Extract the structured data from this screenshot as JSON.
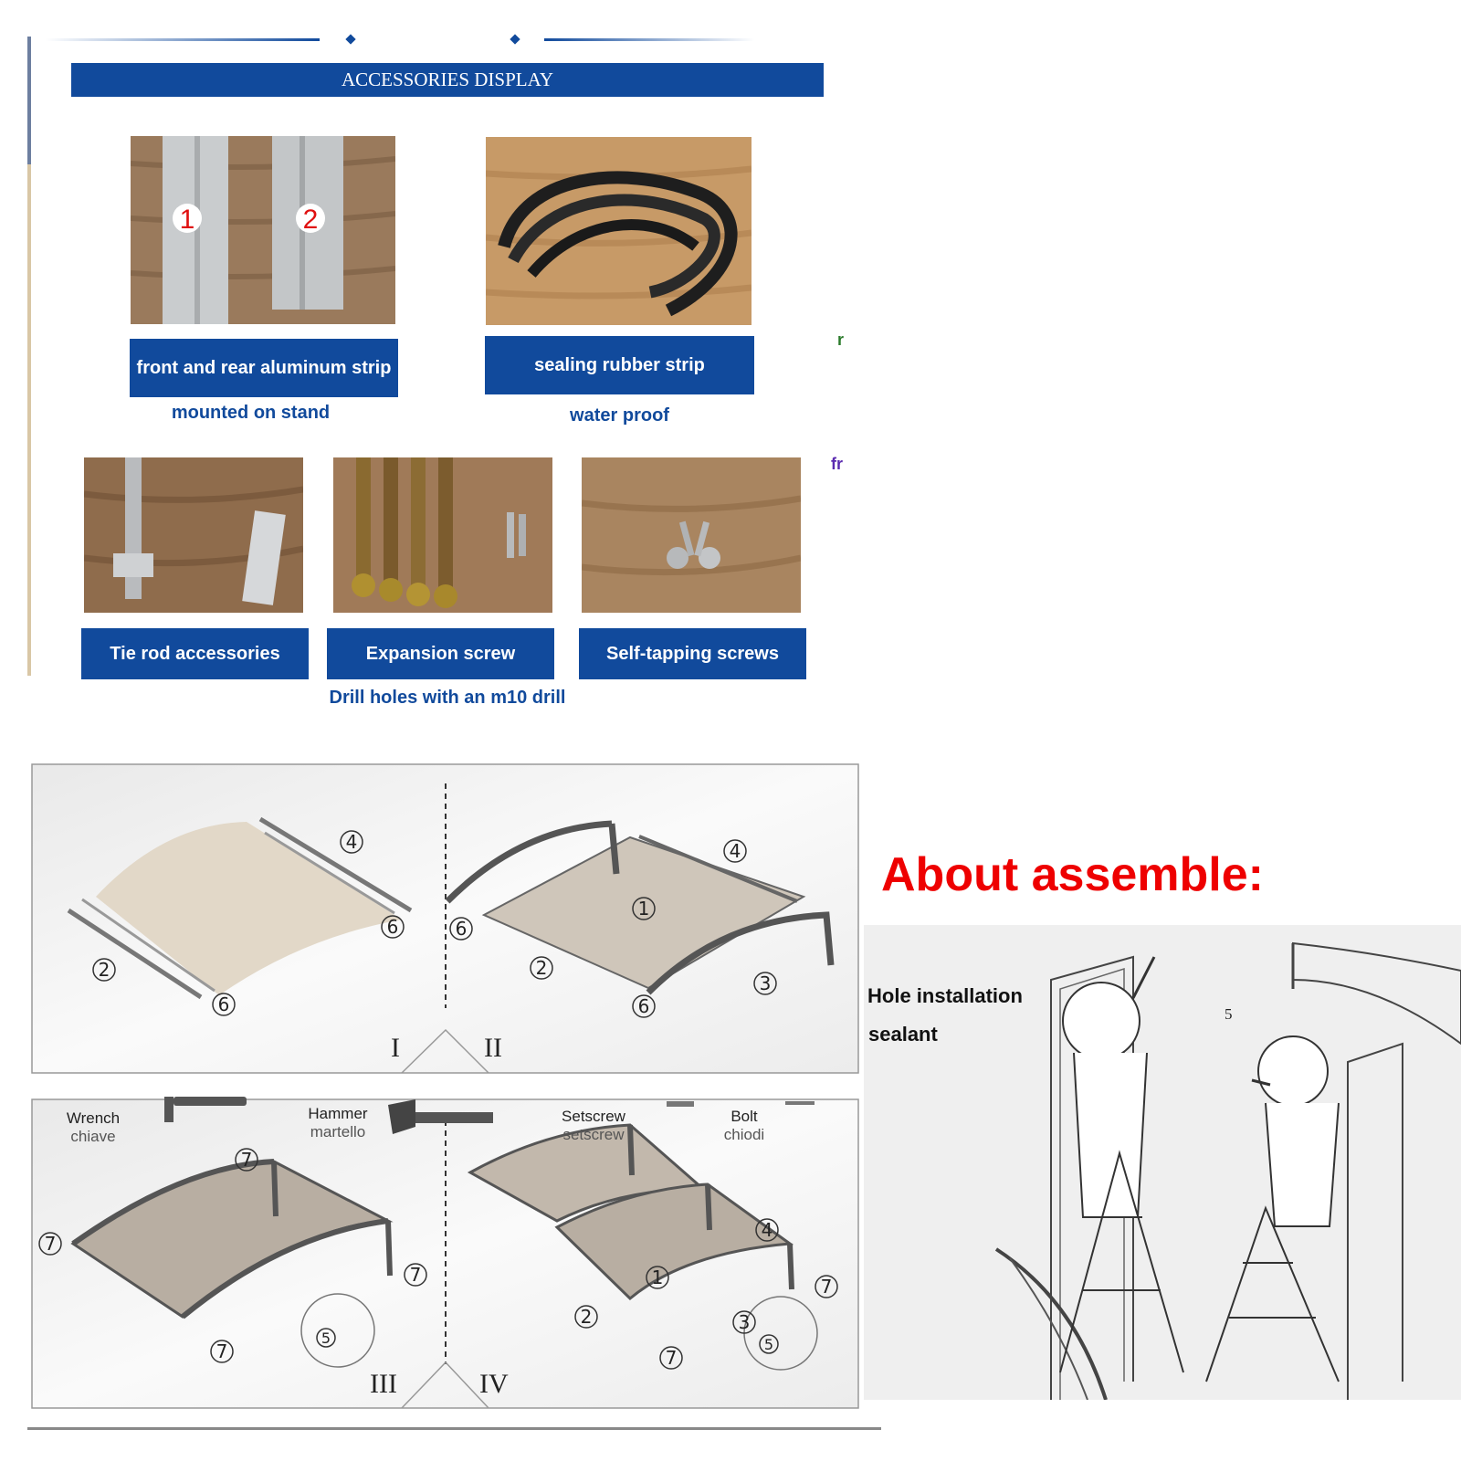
{
  "header": {
    "title": "ACCESSORIES DISPLAY"
  },
  "accessories": [
    {
      "label": "front and rear aluminum strip",
      "caption": "mounted on stand",
      "marks": [
        "1",
        "2"
      ]
    },
    {
      "label": "sealing rubber strip",
      "caption": "water proof"
    },
    {
      "label": "Tie rod accessories"
    },
    {
      "label": "Expansion screw",
      "caption": "Drill holes with an m10 drill"
    },
    {
      "label": "Self-tapping screws"
    }
  ],
  "stray_text": [
    "r",
    "fr"
  ],
  "steps": {
    "numerals": [
      "I",
      "II",
      "III",
      "IV"
    ],
    "callouts": [
      "1",
      "2",
      "3",
      "4",
      "5",
      "6",
      "7"
    ]
  },
  "tools": [
    {
      "name": "Wrench",
      "alt": "chiave",
      "icon": "wrench-icon"
    },
    {
      "name": "Hammer",
      "alt": "martello",
      "icon": "hammer-icon"
    },
    {
      "name": "Setscrew",
      "alt": "setscrew",
      "icon": "setscrew-icon"
    },
    {
      "name": "Bolt",
      "alt": "chiodi",
      "icon": "bolt-icon"
    }
  ],
  "assembly": {
    "heading": "About assemble:",
    "note_line1": "Hole installation",
    "note_line2": "sealant",
    "callout": "5"
  },
  "colors": {
    "band": "#114a9c",
    "heading": "#ee0000",
    "caption": "#114a9c"
  }
}
